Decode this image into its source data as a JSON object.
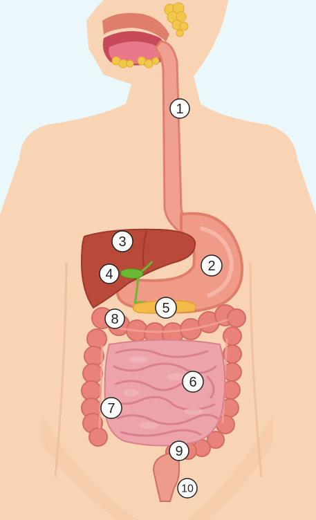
{
  "colors": {
    "background": "#eaf8fc",
    "skin": "#f8d4b4",
    "skin_shadow": "#f0c19c",
    "esophagus": "#f0a090",
    "esophagus_dark": "#e07e6c",
    "stomach": "#f09a88",
    "liver": "#b94a3a",
    "liver_dark": "#9c3729",
    "gallbladder": "#6bb832",
    "pancreas": "#f5b94a",
    "large_intestine": "#e9837a",
    "large_intestine_light": "#f2a49a",
    "small_intestine": "#eca3aa",
    "small_intestine_dark": "#d9808c",
    "mouth": "#c74a5a",
    "tongue": "#e8788a",
    "salivary": "#f2c84a",
    "marker_fill": "#ffffff",
    "marker_stroke": "#222222"
  },
  "markers": [
    {
      "id": "marker-1",
      "label": "1"
    },
    {
      "id": "marker-2",
      "label": "2"
    },
    {
      "id": "marker-3",
      "label": "3"
    },
    {
      "id": "marker-4",
      "label": "4"
    },
    {
      "id": "marker-5",
      "label": "5"
    },
    {
      "id": "marker-6",
      "label": "6"
    },
    {
      "id": "marker-7",
      "label": "7"
    },
    {
      "id": "marker-8",
      "label": "8"
    },
    {
      "id": "marker-9",
      "label": "9"
    },
    {
      "id": "marker-10",
      "label": "10"
    }
  ]
}
